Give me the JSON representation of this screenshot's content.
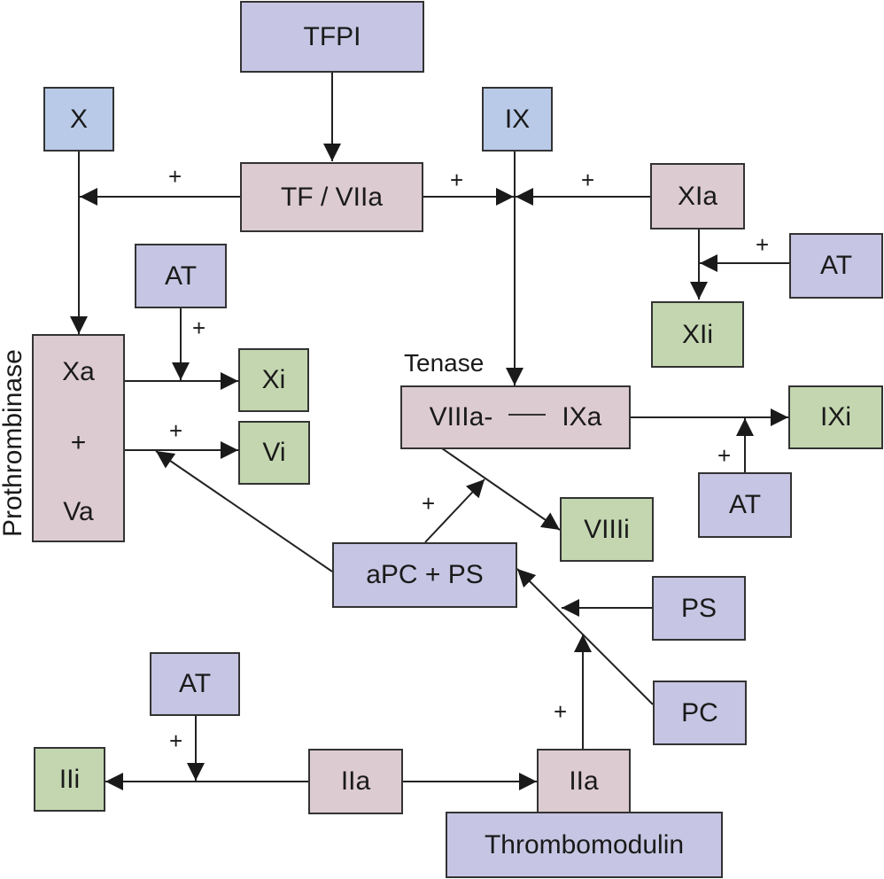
{
  "title": "Coagulation regulatory pathways diagram",
  "colors": {
    "regulator": "#c6c5e3",
    "zymogen": "#b8cae8",
    "active_enzyme": "#dccbd0",
    "inactivated": "#c3d6b0",
    "line": "#222222"
  },
  "nodes": {
    "tfpi": "TFPI",
    "x": "X",
    "ix": "IX",
    "tf_viia": "TF / VIIa",
    "xia": "XIa",
    "at_xia": "AT",
    "xii": "XIi",
    "at_xa": "AT",
    "xa": "Xa",
    "prothro_plus": "+",
    "va": "Va",
    "xi": "Xi",
    "vi": "Vi",
    "viiia": "VIIIa-",
    "ixa": "IXa",
    "ixi": "IXi",
    "at_ixa": "AT",
    "viiii": "VIIIi",
    "apc_ps": "aPC + PS",
    "ps": "PS",
    "pc": "PC",
    "at_iia": "AT",
    "iii": "IIi",
    "iia_free": "IIa",
    "iia_tm": "IIa",
    "thrombomodulin": "Thrombomodulin"
  },
  "labels": {
    "prothrombinase": "Prothrombinase",
    "tenase": "Tenase",
    "plus": "+"
  },
  "edges": [
    {
      "from": "TFPI",
      "to": "TF / VIIa",
      "sign": ""
    },
    {
      "from": "TF / VIIa",
      "to": "X → Xa",
      "sign": "+"
    },
    {
      "from": "TF / VIIa",
      "to": "IX → IXa",
      "sign": "+"
    },
    {
      "from": "XIa",
      "to": "IX → IXa",
      "sign": "+"
    },
    {
      "from": "XIa",
      "to": "XIi",
      "sign": ""
    },
    {
      "from": "AT",
      "to": "XIa → XIi",
      "sign": "+"
    },
    {
      "from": "X",
      "to": "Xa (Prothrombinase)",
      "sign": ""
    },
    {
      "from": "Xa",
      "to": "Xi",
      "sign": ""
    },
    {
      "from": "AT",
      "to": "Xa → Xi",
      "sign": "+"
    },
    {
      "from": "Va",
      "to": "Vi",
      "sign": "+"
    },
    {
      "from": "aPC + PS",
      "to": "Va → Vi",
      "sign": ""
    },
    {
      "from": "IX",
      "to": "Tenase",
      "sign": ""
    },
    {
      "from": "IXa",
      "to": "IXi",
      "sign": ""
    },
    {
      "from": "AT",
      "to": "IXa → IXi",
      "sign": "+"
    },
    {
      "from": "VIIIa",
      "to": "VIIIi",
      "sign": ""
    },
    {
      "from": "aPC + PS",
      "to": "VIIIa → VIIIi",
      "sign": "+"
    },
    {
      "from": "PS",
      "to": "PC → aPC + PS",
      "sign": ""
    },
    {
      "from": "PC",
      "to": "aPC + PS",
      "sign": ""
    },
    {
      "from": "IIa (Thrombomodulin)",
      "to": "PC → aPC + PS",
      "sign": "+"
    },
    {
      "from": "IIa",
      "to": "IIa (Thrombomodulin)",
      "sign": ""
    },
    {
      "from": "IIa",
      "to": "IIi",
      "sign": ""
    },
    {
      "from": "AT",
      "to": "IIa → IIi",
      "sign": "+"
    }
  ]
}
